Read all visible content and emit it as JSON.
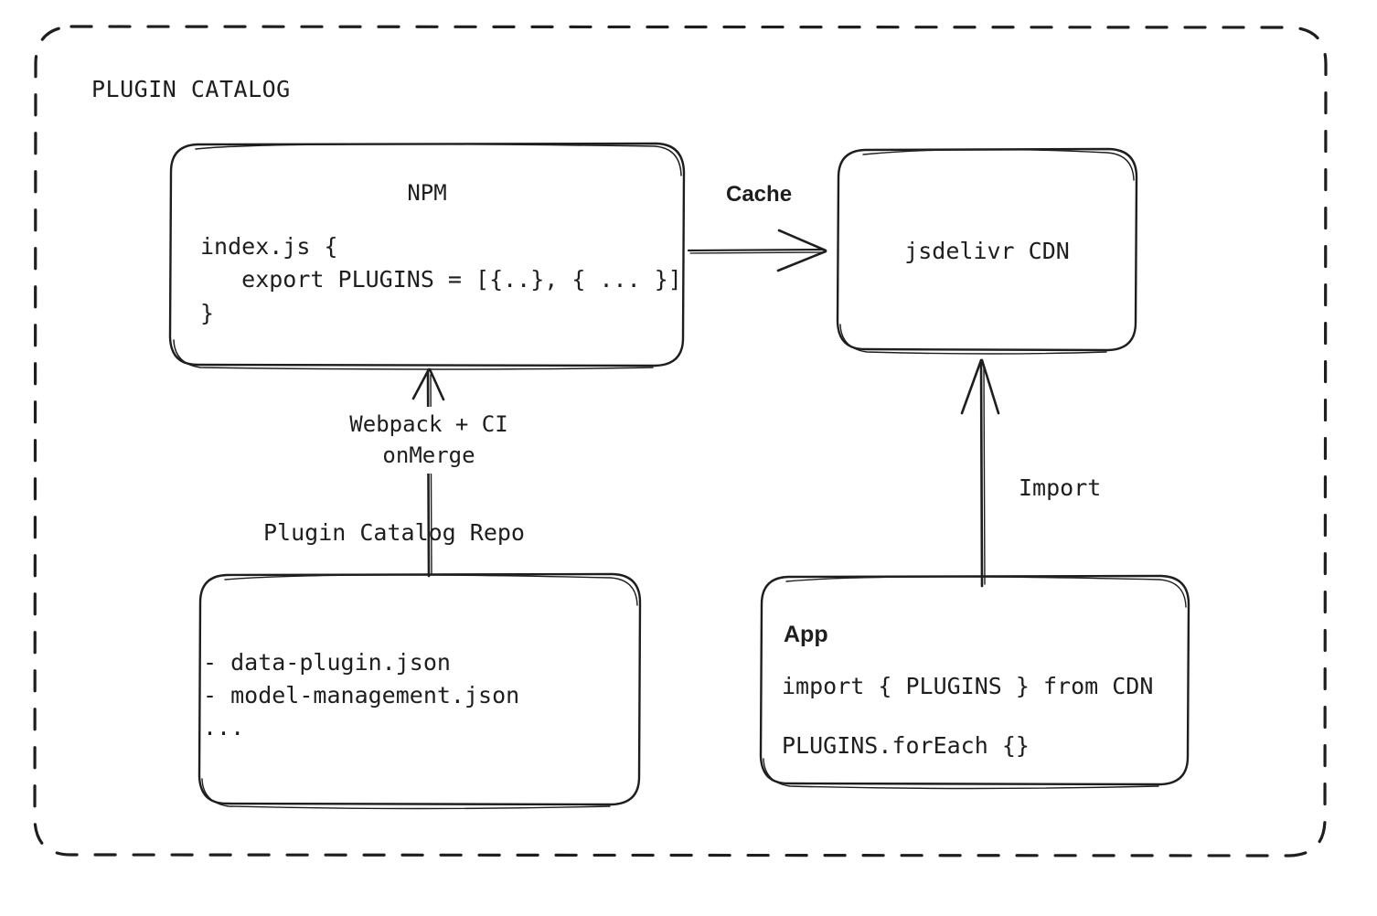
{
  "diagram": {
    "frame": {
      "title": "PLUGIN CATALOG",
      "border_style": "dashed",
      "stroke_color": "#1e1e1e"
    },
    "nodes": {
      "npm": {
        "title": "NPM",
        "code_lines": [
          "index.js {",
          "   export PLUGINS = [{..}, { ... }]",
          "}"
        ],
        "code_text": "index.js {\n   export PLUGINS = [{..}, { ... }]\n}"
      },
      "cdn": {
        "title": "jsdelivr CDN"
      },
      "repo": {
        "label": "Plugin Catalog Repo",
        "items": [
          "- data-plugin.json",
          "- model-management.json",
          "..."
        ],
        "items_text": "- data-plugin.json\n- model-management.json\n..."
      },
      "app": {
        "title": "App",
        "code_line_1": "import { PLUGINS } from CDN",
        "code_line_2": "PLUGINS.forEach {}"
      }
    },
    "edges": {
      "cache": {
        "label": "Cache",
        "from": "npm",
        "to": "cdn",
        "direction": "right"
      },
      "build": {
        "label": "Webpack + CI\nonMerge",
        "label_line_1": "Webpack + CI",
        "label_line_2": "onMerge",
        "from": "repo",
        "to": "npm",
        "direction": "up"
      },
      "import": {
        "label": "Import",
        "from": "app",
        "to": "cdn",
        "direction": "up"
      }
    }
  }
}
